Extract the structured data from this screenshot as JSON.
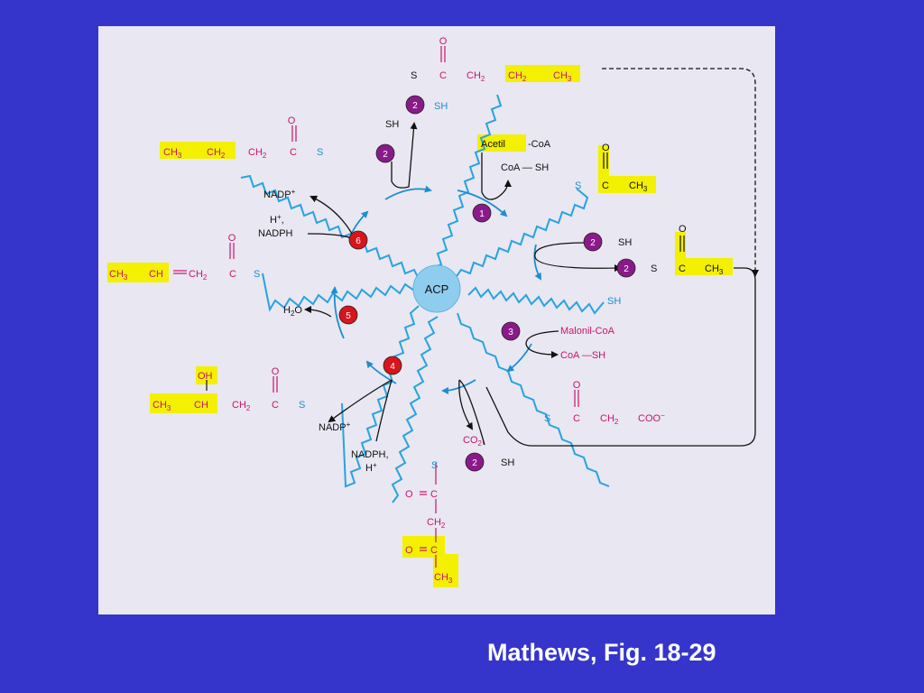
{
  "caption": "Mathews, Fig. 18-29",
  "center": {
    "label": "ACP"
  },
  "colors": {
    "background": "#3535cc",
    "panel": "#e9e7f1",
    "magenta": "#c8146e",
    "cyan": "#1b8fcf",
    "highlight": "#f3f000",
    "purple_enzyme": "#8a1a8a",
    "red_enzyme": "#d8141c"
  },
  "enzymes": {
    "e1": "1",
    "e2": "2",
    "e3": "3",
    "e4": "4",
    "e5": "5",
    "e6": "6"
  },
  "labels": {
    "top_o": "O",
    "top_s": "S",
    "top_c": "C",
    "top_ch2": "CH",
    "top_hl_ch2": "CH",
    "top_hl_ch3": "CH",
    "top_sh": "SH",
    "top_left_sh": "SH",
    "butyryl_hl_ch3": "CH",
    "butyryl_ch2": "CH",
    "butyryl_ch2b": "CH",
    "butyryl_c": "C",
    "butyryl_o": "O",
    "butyryl_s": "S",
    "acetil": "Acetil",
    "acetil_coa": "-CoA",
    "coa_sh_1": "CoA — SH",
    "acetyl_o": "O",
    "acetyl_s": "S",
    "acetyl_c": "C",
    "acetyl_ch3": "CH",
    "nadp_top": "NADP",
    "h_top": "H",
    "nadph_top": "NADPH",
    "crotonyl_ch3": "CH",
    "crotonyl_ch": "CH",
    "crotonyl_ch2": "CH",
    "crotonyl_c": "C",
    "crotonyl_o": "O",
    "crotonyl_s": "S",
    "sh_e2_right": "SH",
    "acetyl2_s": "S",
    "acetyl2_c": "C",
    "acetyl2_ch3": "CH",
    "acetyl2_o": "O",
    "sh_right": "SH",
    "h2o": "H",
    "malonil": "Malonil-CoA",
    "coa_sh_2": "CoA —SH",
    "hydroxy_oh": "OH",
    "hydroxy_ch3": "CH",
    "hydroxy_ch": "CH",
    "hydroxy_ch2": "CH",
    "hydroxy_c": "C",
    "hydroxy_o": "O",
    "hydroxy_s": "S",
    "malonyl_o": "O",
    "malonyl_s": "S",
    "malonyl_c": "C",
    "malonyl_ch2": "CH",
    "malonyl_coo": "COO",
    "nadp_bottom": "NADP",
    "nadph_bottom": "NADPH,",
    "h_bottom": "H",
    "co2": "CO",
    "sh_e2_bottom": "SH",
    "aceto_s": "S",
    "aceto_o1": "O",
    "aceto_c1": "C",
    "aceto_ch2": "CH",
    "aceto_o2": "O",
    "aceto_c2": "C",
    "aceto_ch3": "CH"
  }
}
